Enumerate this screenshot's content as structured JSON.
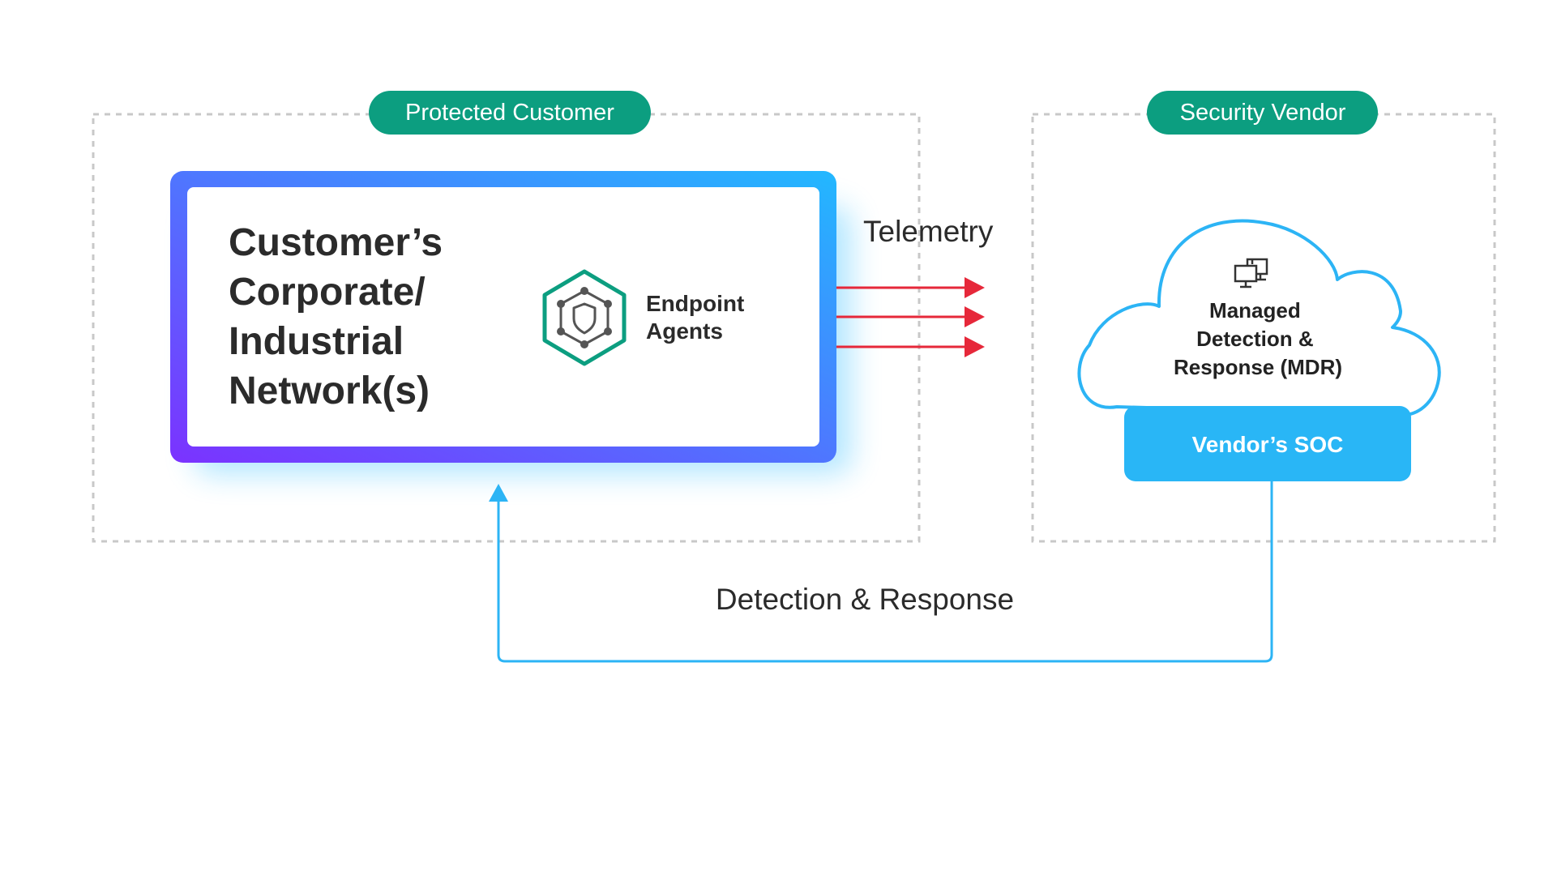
{
  "zones": {
    "customer": {
      "label": "Protected Customer"
    },
    "vendor": {
      "label": "Security Vendor"
    }
  },
  "network_box": {
    "title_lines": [
      "Customer’s",
      "Corporate/",
      "Industrial",
      "Network(s)"
    ],
    "agent_label_lines": [
      "Endpoint",
      "Agents"
    ],
    "agent_icon": "hexagon-shield-icon"
  },
  "telemetry": {
    "label": "Telemetry",
    "color": "#e6283a"
  },
  "mdr_cloud": {
    "icon": "monitors-icon",
    "label_lines": [
      "Managed",
      "Detection &",
      "Response (MDR)"
    ],
    "soc_label": "Vendor’s SOC"
  },
  "feedback": {
    "label": "Detection & Response",
    "color": "#2cb4f5"
  },
  "colors": {
    "accent_green": "#0c9e80",
    "gradient_start": "#7b32ff",
    "gradient_end": "#22b8ff",
    "soc_blue": "#29b6f6",
    "dashed_border": "#c8c8c8"
  }
}
